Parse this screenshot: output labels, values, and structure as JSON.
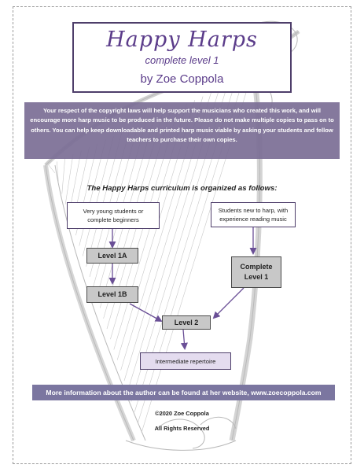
{
  "title": "Happy Harps",
  "subtitle": "complete level 1",
  "author": "by Zoe Coppola",
  "notice": "Your respect of the copyright laws will help support the musicians who created this work, and will encourage more harp music to be produced in the future. Please do not make multiple copies to pass on to others. You can help keep downloadable and printed harp music viable by asking your students and fellow teachers to purchase their own copies.",
  "curriculum": {
    "heading": "The Happy Harps curriculum is organized as follows:",
    "young_students": "Very young students or complete beginners",
    "new_students": "Students new to harp, with experience reading music",
    "level_1a": "Level 1A",
    "level_1b": "Level 1B",
    "complete_level_1": "Complete Level 1",
    "level_2": "Level 2",
    "intermediate": "Intermediate repertoire"
  },
  "info": "More information about the author can be found at her website, www.zoecoppola.com",
  "copyright": "©2020 Zoe Coppola",
  "rights": "All Rights Reserved",
  "colors": {
    "accent": "#5b3c8a",
    "notice_bg": "#7c6f96",
    "info_bg": "#7b76a0",
    "box_gray": "#c8c8c8",
    "box_lilac": "#e4dcef"
  }
}
